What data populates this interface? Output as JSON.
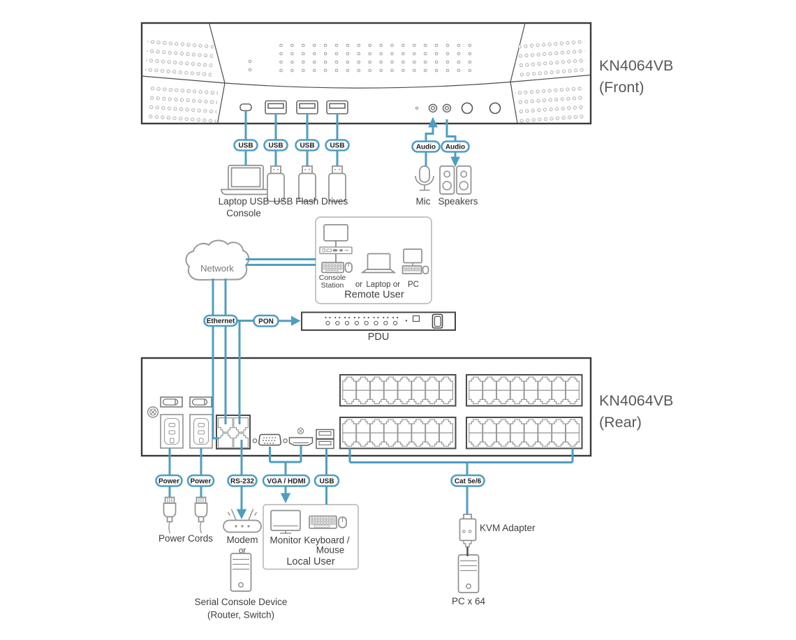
{
  "front_panel": {
    "model": "KN4064VB",
    "side": "(Front)"
  },
  "rear_panel": {
    "model": "KN4064VB",
    "side": "(Rear)"
  },
  "pills": {
    "usb": "USB",
    "audio": "Audio",
    "ethernet": "Ethernet",
    "pon": "PON",
    "power": "Power",
    "rs232": "RS-232",
    "vga_hdmi": "VGA / HDMI",
    "cat": "Cat 5e/6"
  },
  "labels": {
    "laptop_console_line1": "Laptop USB",
    "laptop_console_line2": "Console",
    "flash_drives": "USB Flash Drives",
    "mic": "Mic",
    "speakers": "Speakers",
    "network": "Network",
    "console_station_line1": "Console",
    "console_station_line2": "Station",
    "or": "or",
    "laptop": "Laptop",
    "pc": "PC",
    "remote_user": "Remote User",
    "pdu": "PDU",
    "power_cords": "Power Cords",
    "modem": "Modem",
    "serial_line1": "Serial Console Device",
    "serial_line2": "(Router, Switch)",
    "monitor": "Monitor",
    "keyboard_line1": "Keyboard /",
    "keyboard_line2": "Mouse",
    "local_user": "Local User",
    "kvm_adapter": "KVM Adapter",
    "pc_x64": "PC x 64"
  },
  "colors": {
    "cable_blue": "#4F9EC0",
    "panel_outline": "#3A3A3A",
    "device_gray": "#909090",
    "label_text": "#3F3F3F",
    "model_text": "#595959"
  }
}
